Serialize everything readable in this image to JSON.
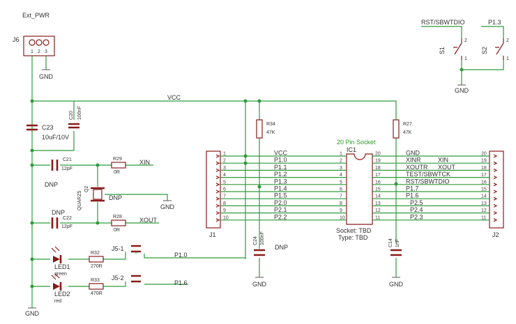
{
  "labels": {
    "ext_pwr": "Ext_PWR",
    "j6": "J6",
    "vcc": "VCC",
    "gnd": "GND",
    "rst_sbwtdio": "RST/SBWTDIO",
    "p13": "P1.3",
    "s1": "S1",
    "s2": "S2",
    "c23": "C23",
    "c23_val": "10uF/10V",
    "c20": "C20",
    "c20_val": "100nF",
    "c21": "C21",
    "c21_val": "12pF",
    "c22": "C22",
    "c22_val": "12pF",
    "r29": "R29",
    "r29_val": "0R",
    "r28": "R28",
    "r28_val": "0R",
    "xin": "XIN",
    "xout": "XOUT",
    "dnp": "DNP",
    "quartz": "QUARZ5",
    "q2": "Q2",
    "r34": "R34",
    "r34_val": "47K",
    "r27": "R27",
    "r27_val": "47K",
    "socket_title": "20 Pin Socket",
    "ic1": "IC1",
    "socket_tbd": "Socket: TBD",
    "type_tbd": "Type: TBD",
    "j1": "J1",
    "j2": "J2",
    "c24": "C24",
    "c24_val": "100nF",
    "c14": "C14",
    "c14_val": "1nF",
    "led1": "LED1",
    "led1_color": "green",
    "led2": "LED2",
    "led2_color": "red",
    "r32": "R32",
    "r32_val": "270R",
    "r33": "R33",
    "r33_val": "470R",
    "j51": "J5-1",
    "j52": "J5-2",
    "p10": "P1.0",
    "p16": "P1.6"
  },
  "left_nets": [
    "VCC",
    "P1.0",
    "P1.1",
    "P1.2",
    "P1.3",
    "P1.4",
    "P1.5",
    "P2.0",
    "P2.1",
    "P2.2"
  ],
  "right_nets": [
    "GND",
    "XINR",
    "XOUTR",
    "TEST/SBWTCK",
    "RST/SBWTDIO",
    "P1.7",
    "P1.6",
    "P2.5",
    "P2.4",
    "P2.3"
  ],
  "j2_extra": [
    "",
    "XIN",
    "XOUT",
    "",
    "",
    "",
    "",
    "",
    "",
    ""
  ]
}
